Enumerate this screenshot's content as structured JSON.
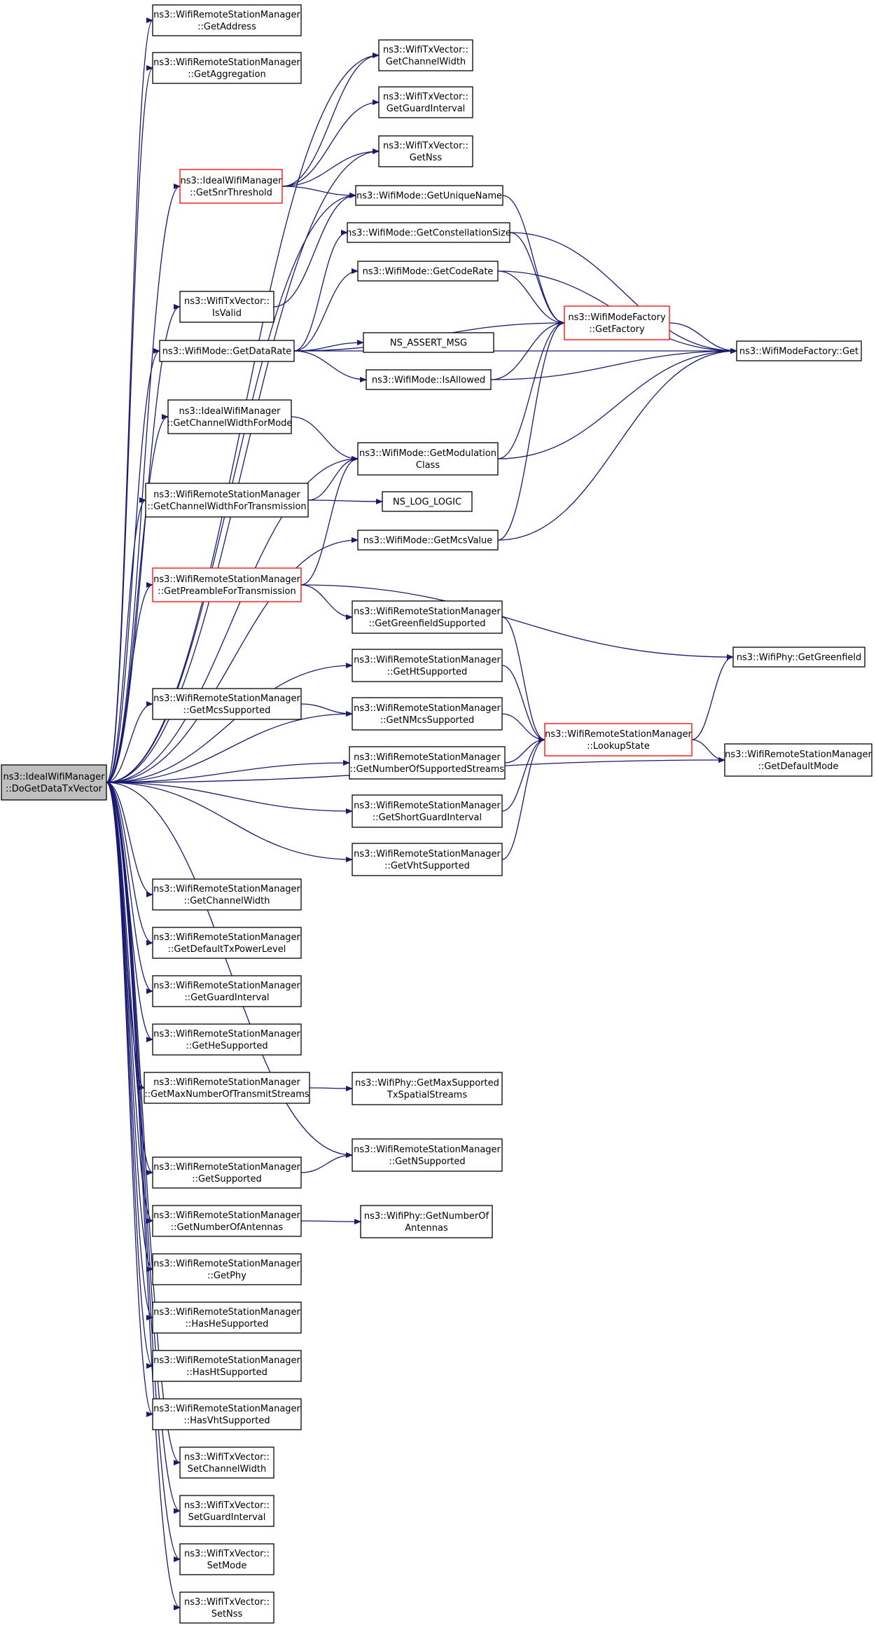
{
  "colors": {
    "edge": "#191970",
    "node_border": "#000000",
    "node_fill": "#ffffff",
    "root_fill": "#bfbfbf",
    "truncated_border": "#ff0000"
  },
  "nodes": [
    {
      "id": "root",
      "lines": [
        "ns3::IdealWifiManager",
        "::DoGetDataTxVector"
      ],
      "root": true
    },
    {
      "id": "getAddress",
      "lines": [
        "ns3::WifiRemoteStationManager",
        "::GetAddress"
      ]
    },
    {
      "id": "getAggregation",
      "lines": [
        "ns3::WifiRemoteStationManager",
        "::GetAggregation"
      ]
    },
    {
      "id": "getSnrThreshold",
      "lines": [
        "ns3::IdealWifiManager",
        "::GetSnrThreshold"
      ],
      "truncated": true
    },
    {
      "id": "isValid",
      "lines": [
        "ns3::WifiTxVector::",
        "IsValid"
      ]
    },
    {
      "id": "getDataRate",
      "lines": [
        "ns3::WifiMode::GetDataRate"
      ]
    },
    {
      "id": "getChannelWidthForMode",
      "lines": [
        "ns3::IdealWifiManager",
        "::GetChannelWidthForMode"
      ]
    },
    {
      "id": "getChannelWidthForTransmission",
      "lines": [
        "ns3::WifiRemoteStationManager",
        "::GetChannelWidthForTransmission"
      ]
    },
    {
      "id": "getPreambleForTransmission",
      "lines": [
        "ns3::WifiRemoteStationManager",
        "::GetPreambleForTransmission"
      ],
      "truncated": true
    },
    {
      "id": "getMcsSupported",
      "lines": [
        "ns3::WifiRemoteStationManager",
        "::GetMcsSupported"
      ]
    },
    {
      "id": "getChannelWidth",
      "lines": [
        "ns3::WifiRemoteStationManager",
        "::GetChannelWidth"
      ]
    },
    {
      "id": "getDefaultTxPowerLevel",
      "lines": [
        "ns3::WifiRemoteStationManager",
        "::GetDefaultTxPowerLevel"
      ]
    },
    {
      "id": "getGuardInterval",
      "lines": [
        "ns3::WifiRemoteStationManager",
        "::GetGuardInterval"
      ]
    },
    {
      "id": "getHeSupported",
      "lines": [
        "ns3::WifiRemoteStationManager",
        "::GetHeSupported"
      ]
    },
    {
      "id": "getMaxNumberOfTransmitStreams",
      "lines": [
        "ns3::WifiRemoteStationManager",
        "::GetMaxNumberOfTransmitStreams"
      ]
    },
    {
      "id": "getSupported",
      "lines": [
        "ns3::WifiRemoteStationManager",
        "::GetSupported"
      ]
    },
    {
      "id": "getNumberOfAntennas",
      "lines": [
        "ns3::WifiRemoteStationManager",
        "::GetNumberOfAntennas"
      ]
    },
    {
      "id": "getPhy",
      "lines": [
        "ns3::WifiRemoteStationManager",
        "::GetPhy"
      ]
    },
    {
      "id": "hasHeSupported",
      "lines": [
        "ns3::WifiRemoteStationManager",
        "::HasHeSupported"
      ]
    },
    {
      "id": "hasHtSupported",
      "lines": [
        "ns3::WifiRemoteStationManager",
        "::HasHtSupported"
      ]
    },
    {
      "id": "hasVhtSupported",
      "lines": [
        "ns3::WifiRemoteStationManager",
        "::HasVhtSupported"
      ]
    },
    {
      "id": "setChannelWidth",
      "lines": [
        "ns3::WifiTxVector::",
        "SetChannelWidth"
      ]
    },
    {
      "id": "setGuardInterval",
      "lines": [
        "ns3::WifiTxVector::",
        "SetGuardInterval"
      ]
    },
    {
      "id": "setMode",
      "lines": [
        "ns3::WifiTxVector::",
        "SetMode"
      ]
    },
    {
      "id": "setNss",
      "lines": [
        "ns3::WifiTxVector::",
        "SetNss"
      ]
    },
    {
      "id": "txGetChannelWidth",
      "lines": [
        "ns3::WifiTxVector::",
        "GetChannelWidth"
      ]
    },
    {
      "id": "txGetGuardInterval",
      "lines": [
        "ns3::WifiTxVector::",
        "GetGuardInterval"
      ]
    },
    {
      "id": "txGetNss",
      "lines": [
        "ns3::WifiTxVector::",
        "GetNss"
      ]
    },
    {
      "id": "getUniqueName",
      "lines": [
        "ns3::WifiMode::GetUniqueName"
      ]
    },
    {
      "id": "getConstellationSize",
      "lines": [
        "ns3::WifiMode::GetConstellationSize"
      ]
    },
    {
      "id": "getCodeRate",
      "lines": [
        "ns3::WifiMode::GetCodeRate"
      ]
    },
    {
      "id": "nsAssertMsg",
      "lines": [
        "NS_ASSERT_MSG"
      ]
    },
    {
      "id": "isAllowed",
      "lines": [
        "ns3::WifiMode::IsAllowed"
      ]
    },
    {
      "id": "getModulationClass",
      "lines": [
        "ns3::WifiMode::GetModulation",
        "Class"
      ]
    },
    {
      "id": "nsLogLogic",
      "lines": [
        "NS_LOG_LOGIC"
      ]
    },
    {
      "id": "getMcsValue",
      "lines": [
        "ns3::WifiMode::GetMcsValue"
      ]
    },
    {
      "id": "getGreenfieldSupported",
      "lines": [
        "ns3::WifiRemoteStationManager",
        "::GetGreenfieldSupported"
      ]
    },
    {
      "id": "getHtSupported",
      "lines": [
        "ns3::WifiRemoteStationManager",
        "::GetHtSupported"
      ]
    },
    {
      "id": "getNMcsSupported",
      "lines": [
        "ns3::WifiRemoteStationManager",
        "::GetNMcsSupported"
      ]
    },
    {
      "id": "getNumberOfSupportedStreams",
      "lines": [
        "ns3::WifiRemoteStationManager",
        "::GetNumberOfSupportedStreams"
      ]
    },
    {
      "id": "getShortGuardInterval",
      "lines": [
        "ns3::WifiRemoteStationManager",
        "::GetShortGuardInterval"
      ]
    },
    {
      "id": "getVhtSupported",
      "lines": [
        "ns3::WifiRemoteStationManager",
        "::GetVhtSupported"
      ]
    },
    {
      "id": "getMaxSupportedTxSpatialStreams",
      "lines": [
        "ns3::WifiPhy::GetMaxSupported",
        "TxSpatialStreams"
      ]
    },
    {
      "id": "getNSupported",
      "lines": [
        "ns3::WifiRemoteStationManager",
        "::GetNSupported"
      ]
    },
    {
      "id": "phyGetNumberOfAntennas",
      "lines": [
        "ns3::WifiPhy::GetNumberOf",
        "Antennas"
      ]
    },
    {
      "id": "getFactory",
      "lines": [
        "ns3::WifiModeFactory",
        "::GetFactory"
      ],
      "truncated": true
    },
    {
      "id": "lookupState",
      "lines": [
        "ns3::WifiRemoteStationManager",
        "::LookupState"
      ],
      "truncated": true
    },
    {
      "id": "getGreenfield",
      "lines": [
        "ns3::WifiPhy::GetGreenfield"
      ]
    },
    {
      "id": "factoryGet",
      "lines": [
        "ns3::WifiModeFactory::Get"
      ]
    },
    {
      "id": "getDefaultMode",
      "lines": [
        "ns3::WifiRemoteStationManager",
        "::GetDefaultMode"
      ]
    }
  ],
  "edges": [
    [
      "root",
      "getAddress"
    ],
    [
      "root",
      "getAggregation"
    ],
    [
      "root",
      "getSnrThreshold"
    ],
    [
      "root",
      "isValid"
    ],
    [
      "root",
      "getDataRate"
    ],
    [
      "root",
      "getChannelWidthForMode"
    ],
    [
      "root",
      "getChannelWidthForTransmission"
    ],
    [
      "root",
      "getPreambleForTransmission"
    ],
    [
      "root",
      "getMcsSupported"
    ],
    [
      "root",
      "getChannelWidth"
    ],
    [
      "root",
      "getDefaultTxPowerLevel"
    ],
    [
      "root",
      "getGuardInterval"
    ],
    [
      "root",
      "getHeSupported"
    ],
    [
      "root",
      "getMaxNumberOfTransmitStreams"
    ],
    [
      "root",
      "getSupported"
    ],
    [
      "root",
      "getNumberOfAntennas"
    ],
    [
      "root",
      "getPhy"
    ],
    [
      "root",
      "hasHeSupported"
    ],
    [
      "root",
      "hasHtSupported"
    ],
    [
      "root",
      "hasVhtSupported"
    ],
    [
      "root",
      "setChannelWidth"
    ],
    [
      "root",
      "setGuardInterval"
    ],
    [
      "root",
      "setMode"
    ],
    [
      "root",
      "setNss"
    ],
    [
      "root",
      "txGetChannelWidth"
    ],
    [
      "root",
      "txGetNss"
    ],
    [
      "root",
      "getUniqueName"
    ],
    [
      "root",
      "getModulationClass"
    ],
    [
      "root",
      "getMcsValue"
    ],
    [
      "root",
      "getHtSupported"
    ],
    [
      "root",
      "getNMcsSupported"
    ],
    [
      "root",
      "getNumberOfSupportedStreams"
    ],
    [
      "root",
      "getShortGuardInterval"
    ],
    [
      "root",
      "getVhtSupported"
    ],
    [
      "root",
      "getNSupported"
    ],
    [
      "root",
      "getDefaultMode"
    ],
    [
      "getSnrThreshold",
      "txGetChannelWidth"
    ],
    [
      "getSnrThreshold",
      "txGetGuardInterval"
    ],
    [
      "getSnrThreshold",
      "txGetNss"
    ],
    [
      "getSnrThreshold",
      "getUniqueName"
    ],
    [
      "isValid",
      "getUniqueName"
    ],
    [
      "getDataRate",
      "getConstellationSize"
    ],
    [
      "getDataRate",
      "getCodeRate"
    ],
    [
      "getDataRate",
      "getFactory"
    ],
    [
      "getDataRate",
      "nsAssertMsg"
    ],
    [
      "getDataRate",
      "isAllowed"
    ],
    [
      "getDataRate",
      "factoryGet"
    ],
    [
      "getChannelWidthForMode",
      "getModulationClass"
    ],
    [
      "getChannelWidthForTransmission",
      "getModulationClass"
    ],
    [
      "getChannelWidthForTransmission",
      "nsLogLogic"
    ],
    [
      "getPreambleForTransmission",
      "getModulationClass"
    ],
    [
      "getPreambleForTransmission",
      "getGreenfieldSupported"
    ],
    [
      "getPreambleForTransmission",
      "getGreenfield"
    ],
    [
      "getMcsSupported",
      "getNMcsSupported"
    ],
    [
      "getMaxNumberOfTransmitStreams",
      "getMaxSupportedTxSpatialStreams"
    ],
    [
      "getSupported",
      "getNSupported"
    ],
    [
      "getNumberOfAntennas",
      "phyGetNumberOfAntennas"
    ],
    [
      "getUniqueName",
      "getFactory"
    ],
    [
      "getConstellationSize",
      "getFactory"
    ],
    [
      "getConstellationSize",
      "factoryGet"
    ],
    [
      "getCodeRate",
      "getFactory"
    ],
    [
      "getCodeRate",
      "factoryGet"
    ],
    [
      "isAllowed",
      "getFactory"
    ],
    [
      "isAllowed",
      "factoryGet"
    ],
    [
      "getModulationClass",
      "getFactory"
    ],
    [
      "getModulationClass",
      "factoryGet"
    ],
    [
      "getMcsValue",
      "getFactory"
    ],
    [
      "getMcsValue",
      "factoryGet"
    ],
    [
      "getFactory",
      "factoryGet"
    ],
    [
      "getGreenfieldSupported",
      "lookupState"
    ],
    [
      "getHtSupported",
      "lookupState"
    ],
    [
      "getNMcsSupported",
      "lookupState"
    ],
    [
      "getNumberOfSupportedStreams",
      "lookupState"
    ],
    [
      "getShortGuardInterval",
      "lookupState"
    ],
    [
      "getVhtSupported",
      "lookupState"
    ],
    [
      "lookupState",
      "getGreenfield"
    ],
    [
      "lookupState",
      "getDefaultMode"
    ]
  ]
}
